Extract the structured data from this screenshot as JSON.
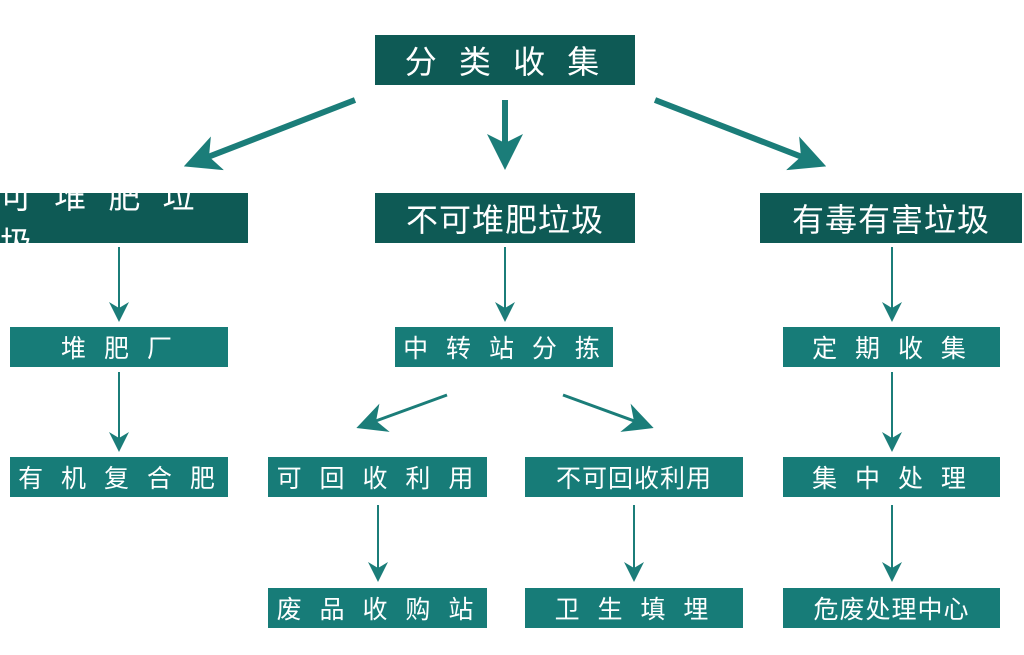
{
  "root": "分 类 收 集",
  "categories": [
    "可 堆 肥 垃 圾",
    "不可堆肥垃圾",
    "有毒有害垃圾"
  ],
  "level2": [
    "堆   肥   厂",
    "中 转 站 分 拣",
    "定 期 收 集"
  ],
  "level3": [
    "有 机 复 合 肥",
    "可 回 收 利 用",
    "不可回收利用",
    "集 中 处 理"
  ],
  "level4": [
    "废 品 收 购 站",
    "卫 生 填 埋",
    "危废处理中心"
  ],
  "colors": {
    "dark": "#0e5a55",
    "light": "#177c78",
    "arrow": "#1b7d79"
  }
}
